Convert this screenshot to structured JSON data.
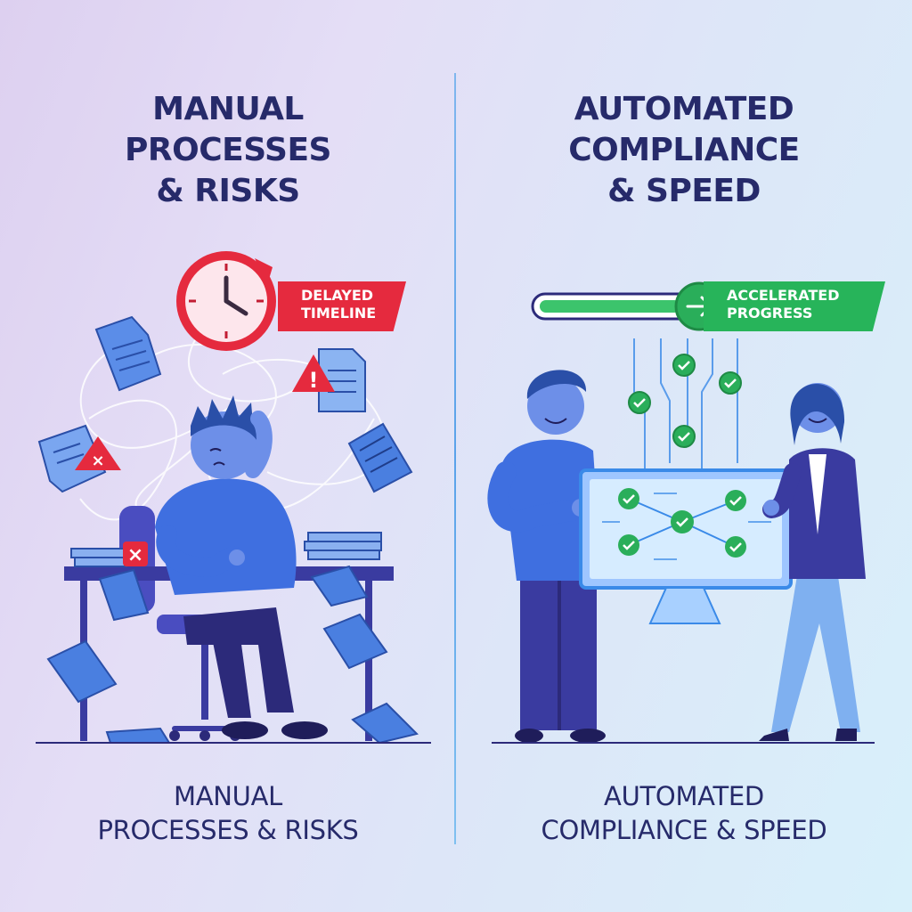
{
  "left_panel": {
    "heading_lines": [
      "MANUAL",
      "PROCESSES",
      "& RISKS"
    ],
    "badge_lines": [
      "DELAYED",
      "TIMELINE"
    ],
    "caption_lines": [
      "MANUAL",
      "PROCESSES & RISKS"
    ],
    "accent_color": "#e52a3e"
  },
  "right_panel": {
    "heading_lines": [
      "AUTOMATED",
      "COMPLIANCE",
      "& SPEED"
    ],
    "badge_lines": [
      "ACCELERATED",
      "PROGRESS"
    ],
    "caption_lines": [
      "AUTOMATED",
      "COMPLIANCE & SPEED"
    ],
    "accent_color": "#27b45a",
    "progress": 0.8
  },
  "colors": {
    "heading": "#262a6a",
    "figure_blue": "#3f6fe0",
    "navy": "#2c2a7a"
  },
  "icons": [
    "clock-icon",
    "warning-icon",
    "error-x-icon",
    "document-icon",
    "checkmark-icon",
    "arrow-right-icon",
    "monitor-icon"
  ]
}
